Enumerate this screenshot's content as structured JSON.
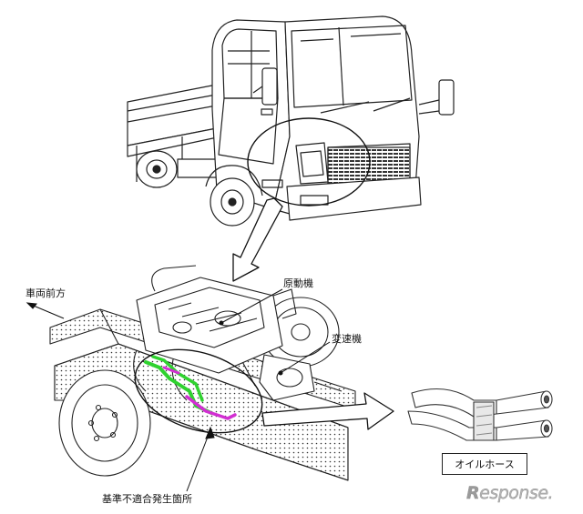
{
  "labels": {
    "forward": "車両前方",
    "engine": "原動機",
    "transmission": "変速機",
    "site": "基準不適合発生箇所",
    "oil_hose": "オイルホース"
  },
  "watermark": {
    "lead": "R",
    "rest": "esponse."
  },
  "colors": {
    "line": "#222222",
    "hose_green": "#2fd22f",
    "hose_magenta": "#d22fd2",
    "watermark": "#b4b4b4"
  }
}
